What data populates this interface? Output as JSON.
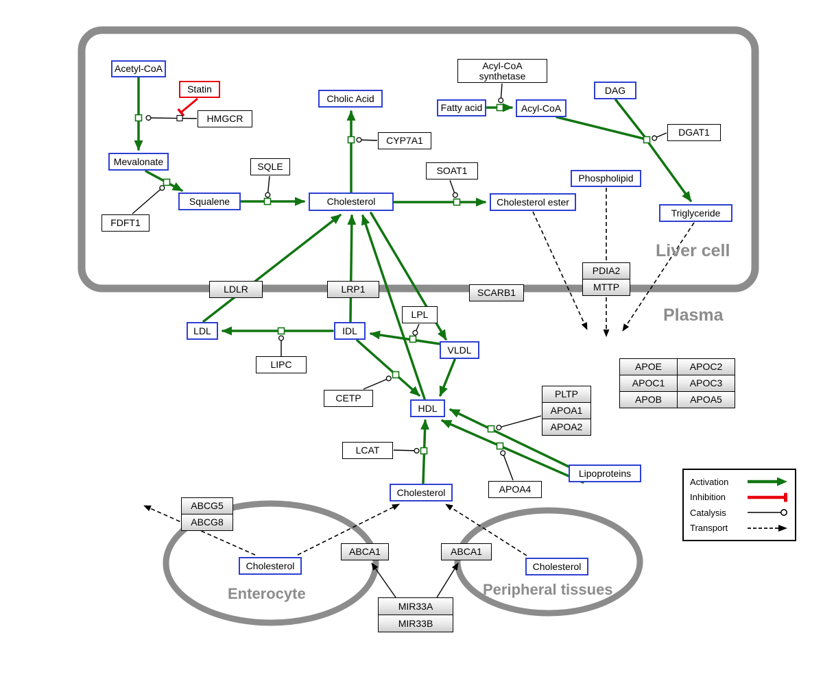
{
  "compartments": {
    "liver": "Liver cell",
    "plasma": "Plasma",
    "enterocyte": "Enterocyte",
    "peripheral": "Peripheral tissues"
  },
  "nodes": {
    "acetyl_coa": "Acetyl-CoA",
    "statin": "Statin",
    "hmgcr": "HMGCR",
    "cholic_acid": "Cholic Acid",
    "acyl_coa_synthetase": "Acyl-CoA synthetase",
    "fatty_acid": "Fatty acid",
    "acyl_coa": "Acyl-CoA",
    "dag": "DAG",
    "dgat1": "DGAT1",
    "mevalonate": "Mevalonate",
    "sqle": "SQLE",
    "cyp7a1": "CYP7A1",
    "soat1": "SOAT1",
    "squalene": "Squalene",
    "cholesterol_liver": "Cholesterol",
    "cholesterol_ester": "Cholesterol ester",
    "phospholipid": "Phospholipid",
    "triglyceride": "Triglyceride",
    "fdft1": "FDFT1",
    "ldlr": "LDLR",
    "lrp1": "LRP1",
    "scarb1": "SCARB1",
    "pdia2": "PDIA2",
    "mttp": "MTTP",
    "ldl": "LDL",
    "idl": "IDL",
    "lpl": "LPL",
    "vldl": "VLDL",
    "lipc": "LIPC",
    "cetp": "CETP",
    "hdl": "HDL",
    "pltp": "PLTP",
    "apoa1": "APOA1",
    "apoa2": "APOA2",
    "lcat": "LCAT",
    "apoa4": "APOA4",
    "lipoproteins": "Lipoproteins",
    "cholesterol_plasma": "Cholesterol",
    "abcg5": "ABCG5",
    "abcg8": "ABCG8",
    "cholesterol_enterocyte": "Cholesterol",
    "abca1_left": "ABCA1",
    "abca1_right": "ABCA1",
    "cholesterol_peripheral": "Cholesterol",
    "mir33a": "MIR33A",
    "mir33b": "MIR33B"
  },
  "apo_table": [
    [
      "APOE",
      "APOC2"
    ],
    [
      "APOC1",
      "APOC3"
    ],
    [
      "APOB",
      "APOA5"
    ]
  ],
  "legend": {
    "activation": "Activation",
    "inhibition": "Inhibition",
    "catalysis": "Catalysis",
    "transport": "Transport"
  },
  "colors": {
    "activation_green": "#117511",
    "inhibition_red": "#e8000d",
    "metabolite_border_blue": "#2d3fd3",
    "compartment_gray": "#8c8c8c"
  }
}
